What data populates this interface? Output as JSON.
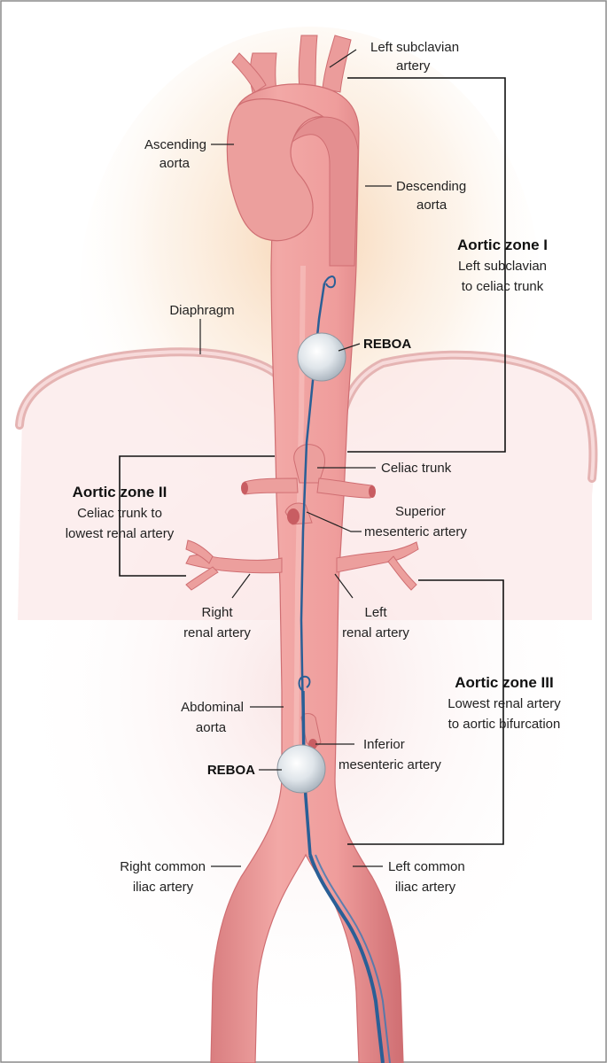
{
  "labels": {
    "left_subclavian": [
      "Left subclavian",
      "artery"
    ],
    "ascending_aorta": [
      "Ascending",
      "aorta"
    ],
    "descending_aorta": [
      "Descending",
      "aorta"
    ],
    "diaphragm": "Diaphragm",
    "reboa_upper": "REBOA",
    "reboa_lower": "REBOA",
    "celiac_trunk": "Celiac trunk",
    "superior_mesenteric": [
      "Superior",
      "mesenteric artery"
    ],
    "right_renal": [
      "Right",
      "renal artery"
    ],
    "left_renal": [
      "Left",
      "renal artery"
    ],
    "abdominal_aorta": [
      "Abdominal",
      "aorta"
    ],
    "inferior_mesenteric": [
      "Inferior",
      "mesenteric artery"
    ],
    "right_common_iliac": [
      "Right common",
      "iliac artery"
    ],
    "left_common_iliac": [
      "Left common",
      "iliac artery"
    ]
  },
  "zones": {
    "zone1": {
      "title": "Aortic zone I",
      "desc": [
        "Left subclavian",
        "to celiac trunk"
      ]
    },
    "zone2": {
      "title": "Aortic zone II",
      "desc": [
        "Celiac trunk to",
        "lowest renal artery"
      ]
    },
    "zone3": {
      "title": "Aortic zone III",
      "desc": [
        "Lowest renal artery",
        "to aortic bifurcation"
      ]
    }
  },
  "colors": {
    "vessel": "#ea9a9a",
    "vessel_dark": "#cf6e72",
    "vessel_light": "#f6c2c0",
    "catheter": "#2a5f96",
    "balloon": "#d6dde4",
    "glow": "#f7d6b3",
    "diaphragm_fill": "#fbe6e6",
    "diaphragm_edge": "#e7b7b5"
  }
}
